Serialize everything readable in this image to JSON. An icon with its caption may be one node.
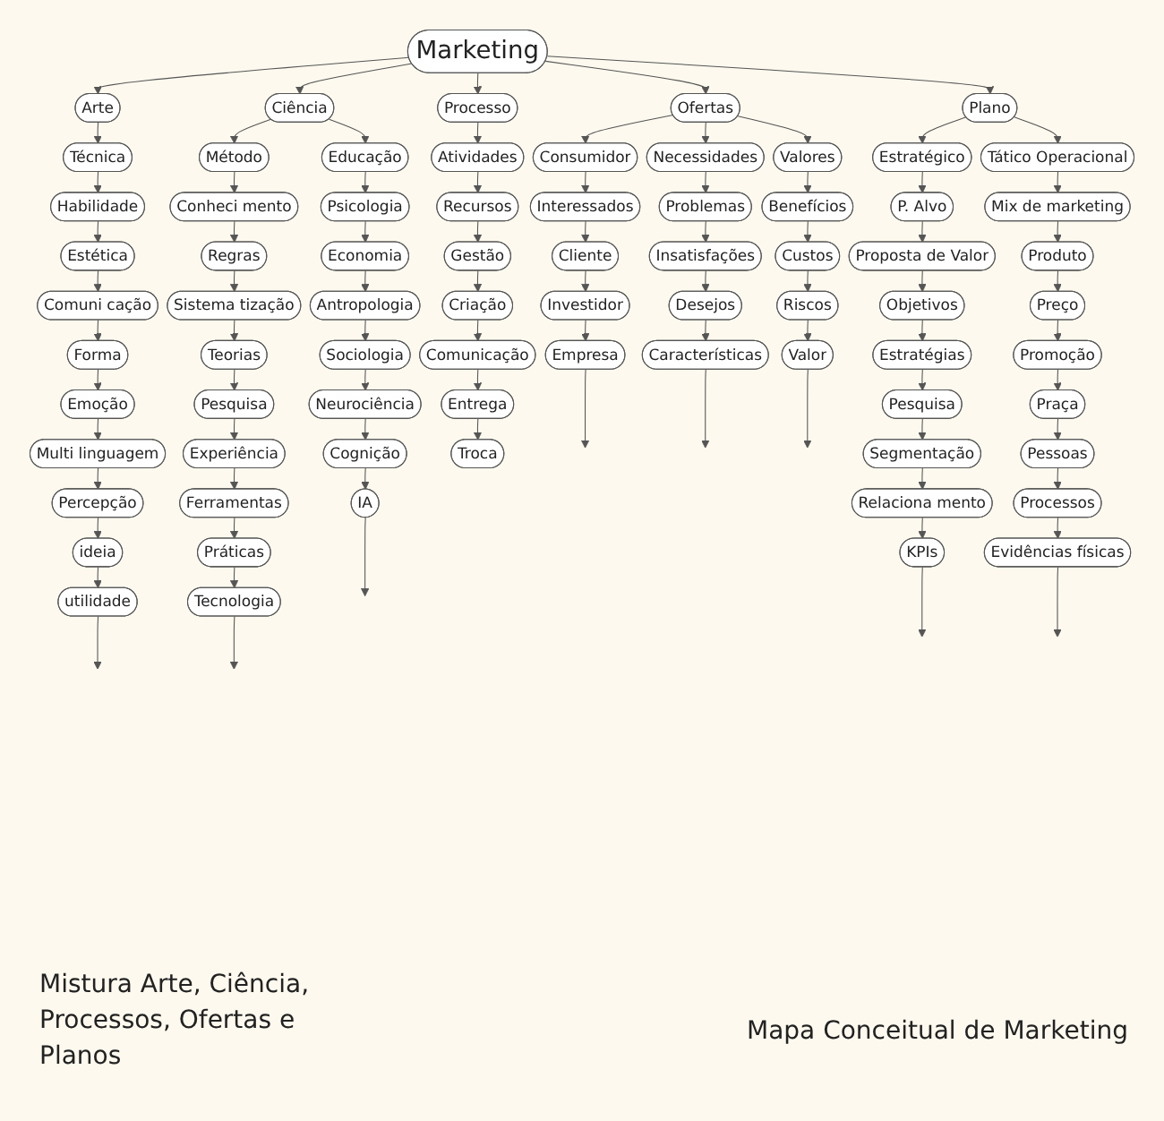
{
  "diagram": {
    "caption": "Mapa Conceitual de Marketing",
    "nodes": [
      {
        "text": [
          "Marketing"
        ]
      },
      {
        "text": [
          "Arte"
        ]
      },
      {
        "text": [
          "Ciência"
        ]
      },
      {
        "text": [
          "Processo"
        ]
      },
      {
        "text": [
          "Ofertas"
        ]
      },
      {
        "text": [
          "Plano"
        ]
      },
      {
        "text": [
          "Técnica"
        ]
      },
      {
        "text": [
          "Habilidade"
        ]
      },
      {
        "text": [
          "Estética"
        ]
      },
      {
        "text": [
          "Comuni cação"
        ]
      },
      {
        "text": [
          "Forma"
        ]
      },
      {
        "text": [
          "Emoção"
        ]
      },
      {
        "text": [
          "Multi linguagem"
        ]
      },
      {
        "text": [
          "Percepção"
        ]
      },
      {
        "text": [
          "ideia"
        ]
      },
      {
        "text": [
          "utilidade"
        ]
      },
      {
        "text": [
          "Método"
        ]
      },
      {
        "text": [
          "Conheci mento"
        ]
      },
      {
        "text": [
          "Regras"
        ]
      },
      {
        "text": [
          "Sistema tização"
        ]
      },
      {
        "text": [
          "Teorias"
        ]
      },
      {
        "text": [
          "Pesquisa"
        ]
      },
      {
        "text": [
          "Experiência"
        ]
      },
      {
        "text": [
          "Ferramentas"
        ]
      },
      {
        "text": [
          "Práticas"
        ]
      },
      {
        "text": [
          "Tecnologia"
        ]
      },
      {
        "text": [
          "Educação"
        ]
      },
      {
        "text": [
          "Psicologia"
        ]
      },
      {
        "text": [
          "Economia"
        ]
      },
      {
        "text": [
          "Antropologia"
        ]
      },
      {
        "text": [
          "Sociologia"
        ]
      },
      {
        "text": [
          "Neurociência"
        ]
      },
      {
        "text": [
          "Cognição"
        ]
      },
      {
        "text": [
          "IA"
        ]
      },
      {
        "text": [
          "Atividades"
        ]
      },
      {
        "text": [
          "Recursos"
        ]
      },
      {
        "text": [
          "Gestão"
        ]
      },
      {
        "text": [
          "Criação"
        ]
      },
      {
        "text": [
          "Comunicação"
        ]
      },
      {
        "text": [
          "Entrega"
        ]
      },
      {
        "text": [
          "Troca"
        ]
      },
      {
        "text": [
          "Consumidor"
        ]
      },
      {
        "text": [
          "Interessados"
        ]
      },
      {
        "text": [
          "Cliente"
        ]
      },
      {
        "text": [
          "Investidor"
        ]
      },
      {
        "text": [
          "Empresa"
        ]
      },
      {
        "text": [
          "Necessidades"
        ]
      },
      {
        "text": [
          "Problemas"
        ]
      },
      {
        "text": [
          "Insatisfações"
        ]
      },
      {
        "text": [
          "Desejos"
        ]
      },
      {
        "text": [
          "Características"
        ]
      },
      {
        "text": [
          "Valores"
        ]
      },
      {
        "text": [
          "Benefícios"
        ]
      },
      {
        "text": [
          "Custos"
        ]
      },
      {
        "text": [
          "Riscos"
        ]
      },
      {
        "text": [
          "Valor"
        ]
      },
      {
        "text": [
          "Estratégico"
        ]
      },
      {
        "text": [
          "P. Alvo"
        ]
      },
      {
        "text": [
          "Proposta de Valor"
        ]
      },
      {
        "text": [
          "Objetivos"
        ]
      },
      {
        "text": [
          "Estratégias"
        ]
      },
      {
        "text": [
          "Pesquisa"
        ]
      },
      {
        "text": [
          "Segmentação"
        ]
      },
      {
        "text": [
          "Relaciona mento"
        ]
      },
      {
        "text": [
          "KPIs"
        ]
      },
      {
        "text": [
          "Tático Operacional"
        ]
      },
      {
        "text": [
          "Mix de marketing"
        ]
      },
      {
        "text": [
          "Produto"
        ]
      },
      {
        "text": [
          "Preço"
        ]
      },
      {
        "text": [
          "Promoção"
        ]
      },
      {
        "text": [
          "Praça"
        ]
      },
      {
        "text": [
          "Pessoas"
        ]
      },
      {
        "text": [
          "Processos"
        ]
      },
      {
        "text": [
          "Evidências físicas"
        ]
      }
    ],
    "edges": [
      {
        "from": 0,
        "to": 1,
        "arrow": "to"
      },
      {
        "from": 0,
        "to": 2,
        "arrow": "to"
      },
      {
        "from": 0,
        "to": 3,
        "arrow": "to"
      },
      {
        "from": 0,
        "to": 4,
        "arrow": "to"
      },
      {
        "from": 0,
        "to": 5,
        "arrow": "to"
      },
      {
        "from": 1,
        "to": 6,
        "arrow": "to"
      },
      {
        "from": 6,
        "to": 7,
        "arrow": "to"
      },
      {
        "from": 7,
        "to": 8,
        "arrow": "to"
      },
      {
        "from": 8,
        "to": 9,
        "arrow": "to"
      },
      {
        "from": 9,
        "to": 10,
        "arrow": "to"
      },
      {
        "from": 10,
        "to": 11,
        "arrow": "to"
      },
      {
        "from": 11,
        "to": 12,
        "arrow": "to"
      },
      {
        "from": 12,
        "to": 13,
        "arrow": "to"
      },
      {
        "from": 13,
        "to": 14,
        "arrow": "to"
      },
      {
        "from": 14,
        "to": 15,
        "arrow": "to"
      },
      {
        "from": 15,
        "to": null,
        "arrow": "to"
      },
      {
        "from": 2,
        "to": 16,
        "arrow": "to"
      },
      {
        "from": 2,
        "to": 26,
        "arrow": "to"
      },
      {
        "from": 16,
        "to": 17,
        "arrow": "to"
      },
      {
        "from": 17,
        "to": 18,
        "arrow": "to"
      },
      {
        "from": 18,
        "to": 19,
        "arrow": "to"
      },
      {
        "from": 19,
        "to": 20,
        "arrow": "to"
      },
      {
        "from": 20,
        "to": 21,
        "arrow": "to"
      },
      {
        "from": 21,
        "to": 22,
        "arrow": "to"
      },
      {
        "from": 22,
        "to": 23,
        "arrow": "to"
      },
      {
        "from": 23,
        "to": 24,
        "arrow": "to"
      },
      {
        "from": 24,
        "to": 25,
        "arrow": "to"
      },
      {
        "from": 25,
        "to": null,
        "arrow": "to"
      },
      {
        "from": 26,
        "to": 27,
        "arrow": "to"
      },
      {
        "from": 27,
        "to": 28,
        "arrow": "to"
      },
      {
        "from": 28,
        "to": 29,
        "arrow": "to"
      },
      {
        "from": 29,
        "to": 30,
        "arrow": "to"
      },
      {
        "from": 30,
        "to": 31,
        "arrow": "to"
      },
      {
        "from": 31,
        "to": 32,
        "arrow": "to"
      },
      {
        "from": 32,
        "to": 33,
        "arrow": "to"
      },
      {
        "from": 33,
        "to": null,
        "arrow": "to"
      },
      {
        "from": 3,
        "to": 34,
        "arrow": "to"
      },
      {
        "from": 34,
        "to": 35,
        "arrow": "to"
      },
      {
        "from": 35,
        "to": 36,
        "arrow": "to"
      },
      {
        "from": 36,
        "to": 37,
        "arrow": "to"
      },
      {
        "from": 37,
        "to": 38,
        "arrow": "to"
      },
      {
        "from": 38,
        "to": 39,
        "arrow": "to"
      },
      {
        "from": 39,
        "to": 40,
        "arrow": "to"
      },
      {
        "from": 4,
        "to": 41,
        "arrow": "to"
      },
      {
        "from": 4,
        "to": 46,
        "arrow": "to"
      },
      {
        "from": 4,
        "to": 51,
        "arrow": "to"
      },
      {
        "from": 41,
        "to": 42,
        "arrow": "to"
      },
      {
        "from": 42,
        "to": 43,
        "arrow": "to"
      },
      {
        "from": 43,
        "to": 44,
        "arrow": "to"
      },
      {
        "from": 44,
        "to": 45,
        "arrow": "to"
      },
      {
        "from": 45,
        "to": null,
        "arrow": "to"
      },
      {
        "from": 46,
        "to": 47,
        "arrow": "to"
      },
      {
        "from": 47,
        "to": 48,
        "arrow": "to"
      },
      {
        "from": 48,
        "to": 49,
        "arrow": "to"
      },
      {
        "from": 49,
        "to": 50,
        "arrow": "to"
      },
      {
        "from": 50,
        "to": null,
        "arrow": "to"
      },
      {
        "from": 51,
        "to": 52,
        "arrow": "to"
      },
      {
        "from": 52,
        "to": 53,
        "arrow": "to"
      },
      {
        "from": 53,
        "to": 54,
        "arrow": "to"
      },
      {
        "from": 54,
        "to": 55,
        "arrow": "to"
      },
      {
        "from": 55,
        "to": null,
        "arrow": "to"
      },
      {
        "from": 5,
        "to": 56,
        "arrow": "to"
      },
      {
        "from": 5,
        "to": 65,
        "arrow": "to"
      },
      {
        "from": 56,
        "to": 57,
        "arrow": "to"
      },
      {
        "from": 57,
        "to": 58,
        "arrow": "to"
      },
      {
        "from": 58,
        "to": 59,
        "arrow": "to"
      },
      {
        "from": 59,
        "to": 60,
        "arrow": "to"
      },
      {
        "from": 60,
        "to": 61,
        "arrow": "to"
      },
      {
        "from": 61,
        "to": 62,
        "arrow": "to"
      },
      {
        "from": 62,
        "to": 63,
        "arrow": "to"
      },
      {
        "from": 63,
        "to": 64,
        "arrow": "to"
      },
      {
        "from": 64,
        "to": null,
        "arrow": "to"
      },
      {
        "from": 65,
        "to": 66,
        "arrow": "to"
      },
      {
        "from": 66,
        "to": 67,
        "arrow": "to"
      },
      {
        "from": 67,
        "to": 68,
        "arrow": "to"
      },
      {
        "from": 68,
        "to": 69,
        "arrow": "to"
      },
      {
        "from": 69,
        "to": 70,
        "arrow": "to"
      },
      {
        "from": 70,
        "to": 71,
        "arrow": "to"
      },
      {
        "from": 71,
        "to": 72,
        "arrow": "to"
      },
      {
        "from": 72,
        "to": 73,
        "arrow": "to"
      },
      {
        "from": 73,
        "to": null,
        "arrow": "to"
      }
    ],
    "labels": [
      "Mistura Arte, Ciência, Processos, Ofertas e Planos"
    ]
  }
}
